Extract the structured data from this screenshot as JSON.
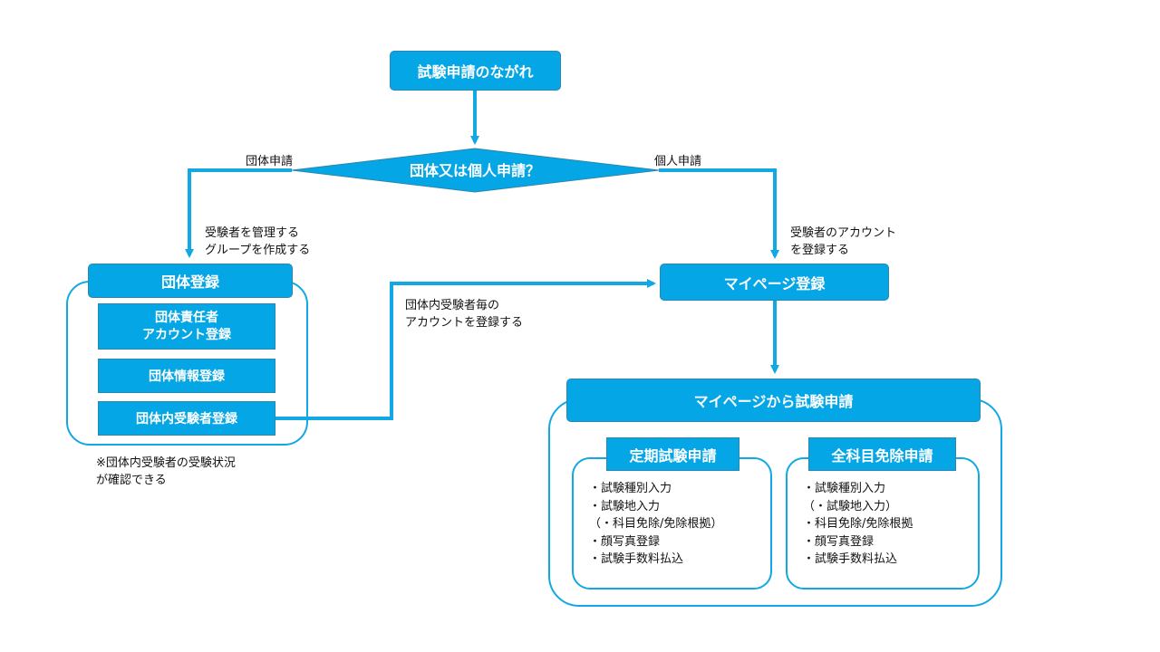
{
  "colors": {
    "accent": "#05a6e6",
    "connector": "#12a8e3"
  },
  "title_box": "試験申請のながれ",
  "decision": {
    "text": "団体又は個人申請？",
    "left_label": "団体申請",
    "right_label": "個人申請"
  },
  "group": {
    "header": "団体登録",
    "items": [
      "団体責任者\nアカウント登録",
      "団体情報登録",
      "団体内受験者登録"
    ],
    "arrow_note": "受験者を管理する\nグループを作成する",
    "footnote": "※団体内受験者の受験状況\nが確認できる"
  },
  "individual_note": "受験者のアカウント\nを登録する",
  "link_note": "団体内受験者毎の\nアカウントを登録する",
  "mypage_box": "マイページ登録",
  "apply_box": "マイページから試験申請",
  "regular": {
    "header": "定期試験申請",
    "items": [
      "・試験種別入力",
      "・試験地入力",
      "（・科目免除/免除根拠）",
      "・顔写真登録",
      "・試験手数料払込"
    ]
  },
  "exempt": {
    "header": "全科目免除申請",
    "items": [
      "・試験種別入力",
      "（・試験地入力）",
      "・科目免除/免除根拠",
      "・顔写真登録",
      "・試験手数料払込"
    ]
  }
}
